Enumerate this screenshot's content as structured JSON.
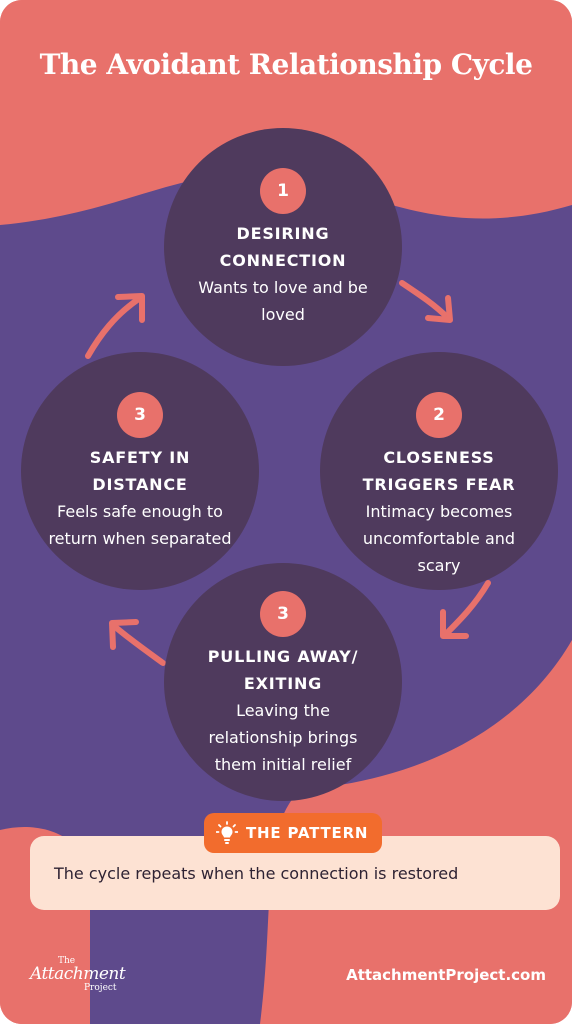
{
  "title": "The Avoidant Relationship Cycle",
  "colors": {
    "coral": "#e8716b",
    "purple": "#5e4a8c",
    "node": "#4f3a5d",
    "orange_badge": "#f26c2d",
    "pattern_bg": "#fde2d3"
  },
  "steps": [
    {
      "number": "1",
      "title": "DESIRING CONNECTION",
      "description": "Wants to love and be loved"
    },
    {
      "number": "2",
      "title": "CLOSENESS TRIGGERS FEAR",
      "description": "Intimacy becomes uncomfortable and scary"
    },
    {
      "number": "3",
      "title": "SAFETY IN DISTANCE",
      "description": "Feels safe enough to return when separated"
    },
    {
      "number": "3",
      "title": "PULLING AWAY/ EXITING",
      "description": "Leaving the relationship brings them initial relief"
    }
  ],
  "pattern": {
    "badge_label": "THE PATTERN",
    "icon": "lightbulb-icon",
    "text": "The cycle repeats when the connection is restored"
  },
  "footer": {
    "logo_the": "The",
    "logo_name": "Attachment",
    "logo_project": "Project",
    "website": "AttachmentProject.com"
  }
}
